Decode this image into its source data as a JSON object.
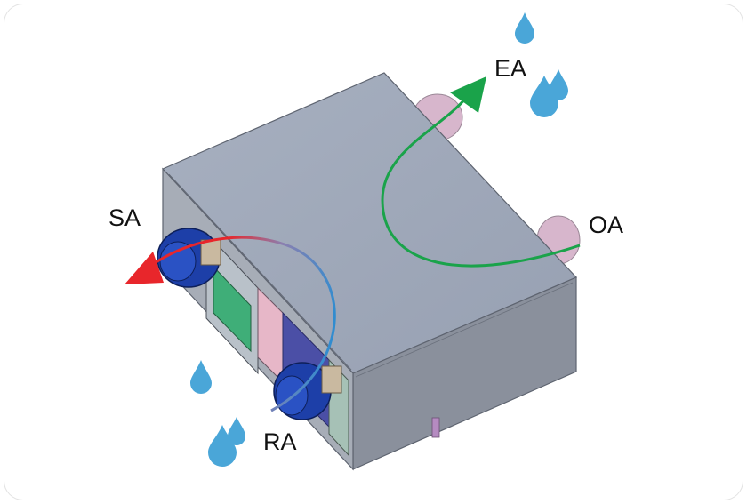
{
  "labels": {
    "ea": "EA",
    "oa": "OA",
    "sa": "SA",
    "ra": "RA"
  },
  "colors": {
    "housing_top": "#9ea7b8",
    "housing_front": "#a7adb7",
    "housing_side": "#8a909c",
    "duct_blue": "#1d3fa8",
    "duct_pink": "#d7b6cc",
    "arrow_green": "#1aa34a",
    "arrow_red": "#e8262b",
    "arrow_blue": "#1e8fd6",
    "water_drop": "#4aa6d8"
  },
  "icons": {
    "water_drop": "water-drop-icon"
  }
}
